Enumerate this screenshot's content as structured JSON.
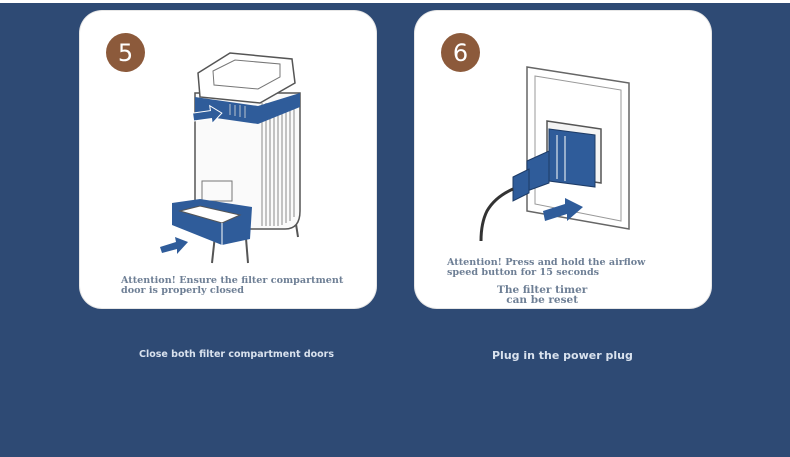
{
  "steps": [
    {
      "number": "5",
      "note": "Attention! Ensure the filter compartment\n door is properly closed",
      "caption": "Close both filter compartment doors"
    },
    {
      "number": "6",
      "note_line1": "Attention! Press and hold the airflow\n speed button for 15 seconds",
      "note_line2": "The filter timer\ncan be reset",
      "caption": "Plug in the power plug"
    }
  ],
  "colors": {
    "background": "#2e4a74",
    "badge": "#8c5a3b",
    "accent_blue": "#2f5c9a"
  },
  "icons": [
    "air-purifier-illustration",
    "arrow-icon",
    "power-plug-illustration",
    "wall-socket-icon"
  ]
}
